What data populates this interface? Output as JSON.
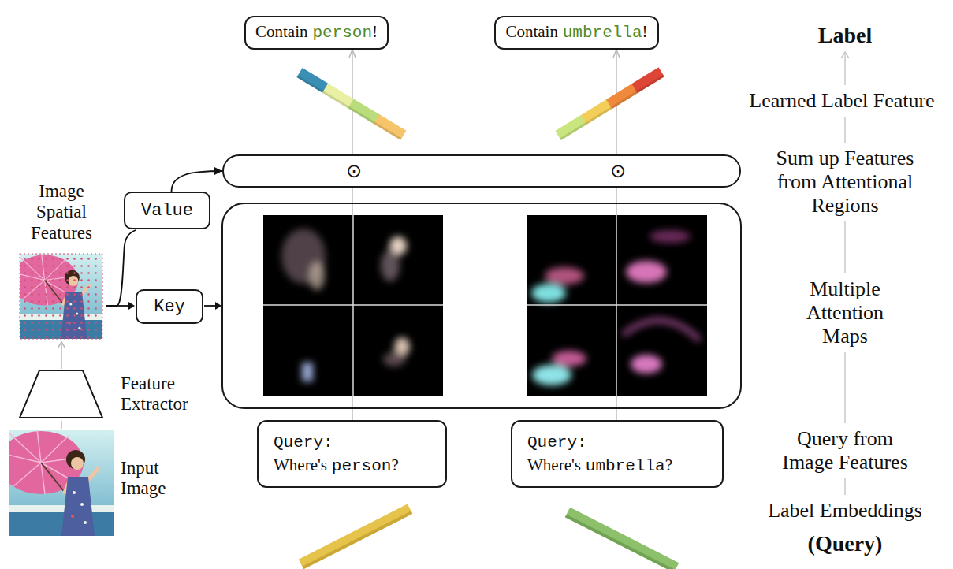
{
  "diagram": {
    "nodes": [
      {
        "text": [
          "Contain",
          "person",
          "!"
        ]
      },
      {
        "text": [
          "Contain",
          "umbrella",
          "!"
        ]
      },
      {
        "text": [
          "⊙",
          "⊙"
        ]
      },
      {
        "text": [
          "Value"
        ]
      },
      {
        "text": [
          "Key"
        ]
      },
      {
        "text": [
          "Query:",
          "Where's",
          "person",
          "?"
        ]
      },
      {
        "text": [
          "Query:",
          "Where's",
          "umbrella",
          "?"
        ]
      }
    ],
    "edges": [
      {
        "from": 3,
        "to": 2,
        "arrow": "to"
      },
      {
        "from": 5,
        "to": 2,
        "arrow": "none"
      },
      {
        "from": 2,
        "to": 0,
        "arrow": "to"
      },
      {
        "from": 6,
        "to": 2,
        "arrow": "none"
      },
      {
        "from": 2,
        "to": 1,
        "arrow": "to"
      }
    ],
    "labels": [
      "Label",
      "Learned Label Feature",
      "Sum up Features from Attentional Regions",
      "Multiple Attention Maps",
      "Query from Image Features",
      "Label Embeddings",
      "(Query)",
      "Image Spatial Features",
      "Feature Extractor",
      "Input Image"
    ]
  }
}
